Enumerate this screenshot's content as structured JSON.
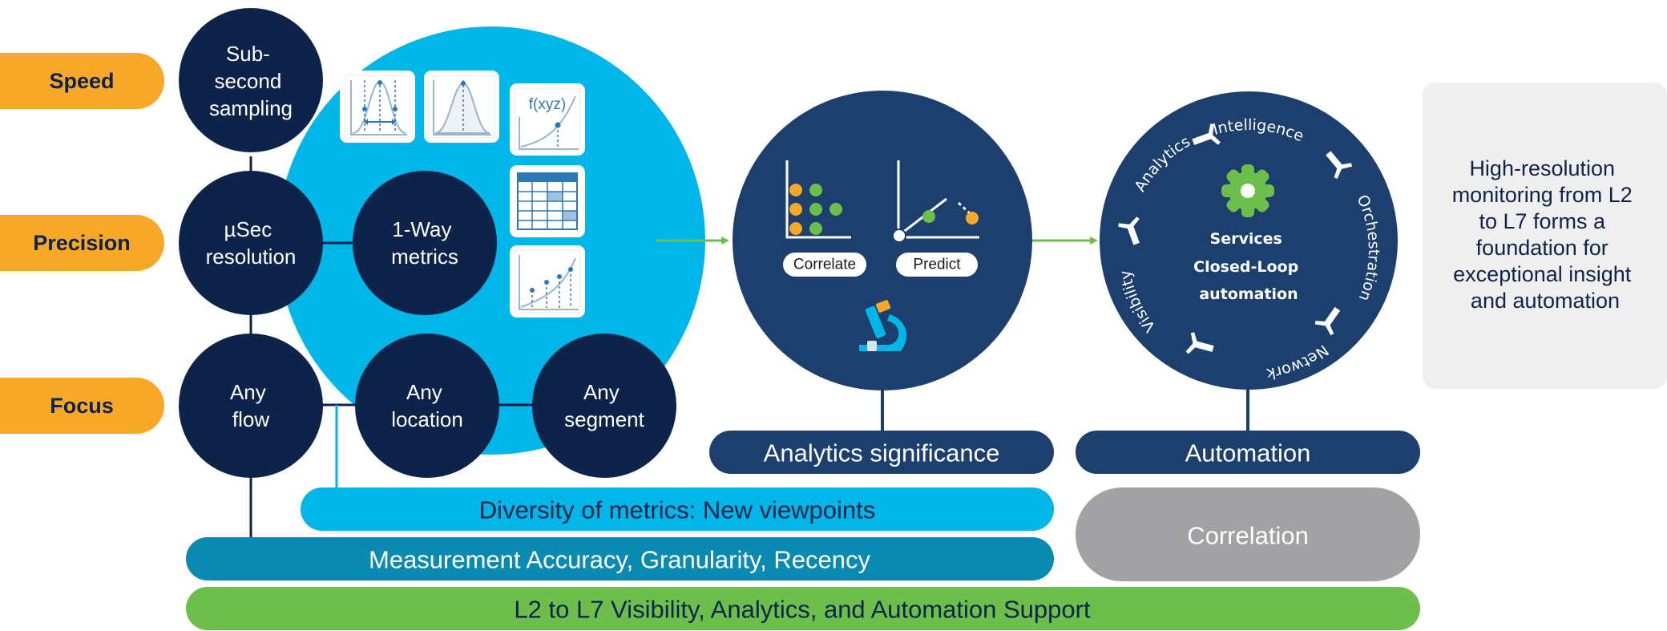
{
  "labels": {
    "speed": "Speed",
    "precision": "Precision",
    "focus": "Focus"
  },
  "nodes": {
    "sub_second": [
      "Sub-",
      "second",
      "sampling"
    ],
    "usec": [
      "µSec",
      "resolution"
    ],
    "one_way": [
      "1-Way",
      "metrics"
    ],
    "any_flow": [
      "Any",
      "flow"
    ],
    "any_location": [
      "Any",
      "location"
    ],
    "any_segment": [
      "Any",
      "segment"
    ]
  },
  "icons": {
    "fxyz": "f(xyz)"
  },
  "analytics": {
    "correlate": "Correlate",
    "predict": "Predict",
    "significance": "Analytics significance"
  },
  "automation": {
    "ring": [
      "Intelligence",
      "Orchestration",
      "Network",
      "Visibility",
      "Analytics"
    ],
    "center": [
      "Services",
      "Closed-Loop",
      "automation"
    ],
    "bar": "Automation",
    "correlation": "Correlation"
  },
  "bars": {
    "diversity": "Diversity of metrics: New viewpoints",
    "measurement": "Measurement Accuracy, Granularity, Recency",
    "l2l7": "L2 to L7 Visibility, Analytics, and Automation Support"
  },
  "side": [
    "High-resolution",
    "monitoring from L2",
    "to L7 forms a",
    "foundation for",
    "exceptional insight",
    "and automation"
  ],
  "colors": {
    "orange": "#F7A829",
    "navy": "#0D2349",
    "cyan": "#00B5E7",
    "teal": "#0A8AB0",
    "dark_blue": "#1C3F6E",
    "green": "#6CBF4B",
    "gray": "#A2A2A4",
    "panel": "#EFEFEF"
  }
}
